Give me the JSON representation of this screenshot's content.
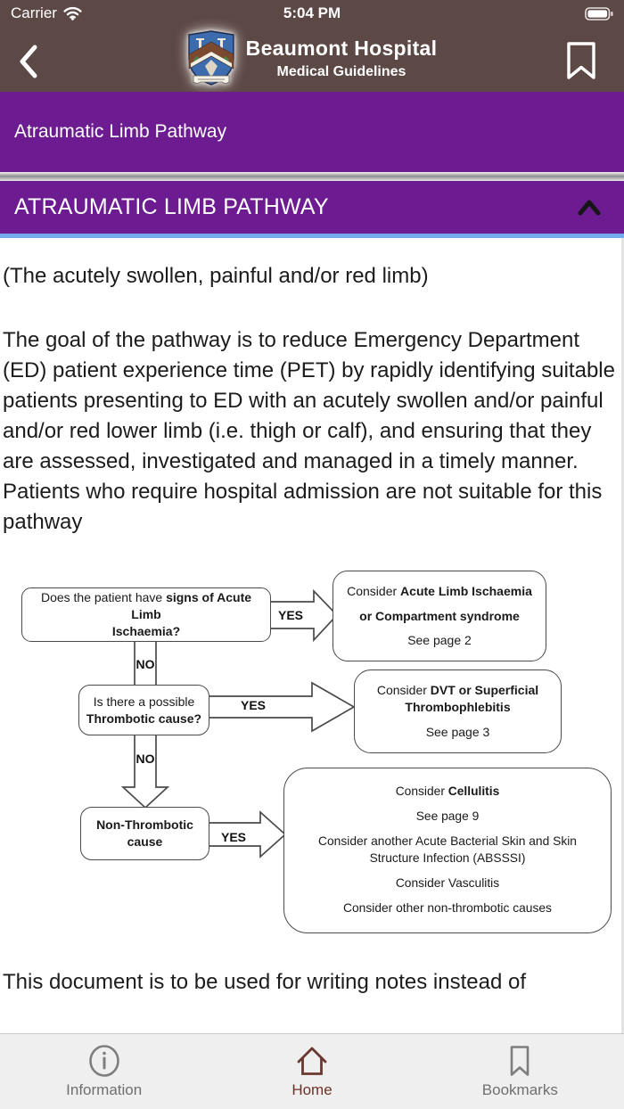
{
  "status_bar": {
    "carrier": "Carrier",
    "time": "5:04 PM"
  },
  "header": {
    "title": "Beaumont Hospital",
    "subtitle": "Medical Guidelines"
  },
  "page_title_bar": {
    "title": "Atraumatic Limb Pathway"
  },
  "section_header": {
    "title": "ATRAUMATIC LIMB PATHWAY"
  },
  "article": {
    "intro": "(The acutely swollen, painful and/or red limb)",
    "paragraph": "The goal of the pathway is to reduce Emergency Department (ED) patient experience time (PET) by rapidly identifying suitable patients presenting to ED with an acutely swollen and/or painful and/or red lower limb (i.e. thigh or calf), and ensuring that they are assessed, investigated and managed in a timely manner. Patients who require hospital admission are not suitable for this pathway",
    "footer_line": "This document is to be used for writing notes instead of"
  },
  "flowchart": {
    "labels": {
      "yes": "YES",
      "no": "NO"
    },
    "q1": {
      "line1_normal": "Does the patient have ",
      "line1_bold": "signs of Acute Limb",
      "line2_bold": "Ischaemia?"
    },
    "q2": {
      "line1": "Is there a possible",
      "line2_bold": "Thrombotic cause?"
    },
    "q3": {
      "line1_bold": "Non-Thrombotic",
      "line2_bold": "cause"
    },
    "r1": {
      "line1_normal": "Consider ",
      "line1_bold": "Acute Limb Ischaemia",
      "line2_bold": "or Compartment syndrome",
      "line3": "See page 2"
    },
    "r2": {
      "line1_normal": "Consider ",
      "line1_bold": "DVT or Superficial",
      "line2_bold": "Thrombophlebitis",
      "line3": "See page 3"
    },
    "r3": {
      "line1_normal": "Consider ",
      "line1_bold": "Cellulitis",
      "line2": "See page 9",
      "line3": "Consider another Acute Bacterial Skin and Skin Structure Infection (ABSSSI)",
      "line4": "Consider Vasculitis",
      "line5": "Consider other non-thrombotic causes"
    }
  },
  "tab_bar": {
    "items": [
      {
        "label": "Information",
        "icon": "info-icon",
        "active": false
      },
      {
        "label": "Home",
        "icon": "home-icon",
        "active": true
      },
      {
        "label": "Bookmarks",
        "icon": "bookmark-icon",
        "active": false
      }
    ]
  },
  "icons": {
    "back": "chevron-left",
    "bookmark_header": "bookmark-outline",
    "wifi": "wifi-waves",
    "battery": "battery-full",
    "section_collapse": "chevron-up",
    "crest": "hospital-crest"
  },
  "colors": {
    "header_brown": "#5c4844",
    "purple": "#6c1c90",
    "accent_blue": "#74abef",
    "active_tab": "#6d3329",
    "diagram_stroke": "#4a4a4a",
    "tabbar_bg": "#efeff0"
  }
}
